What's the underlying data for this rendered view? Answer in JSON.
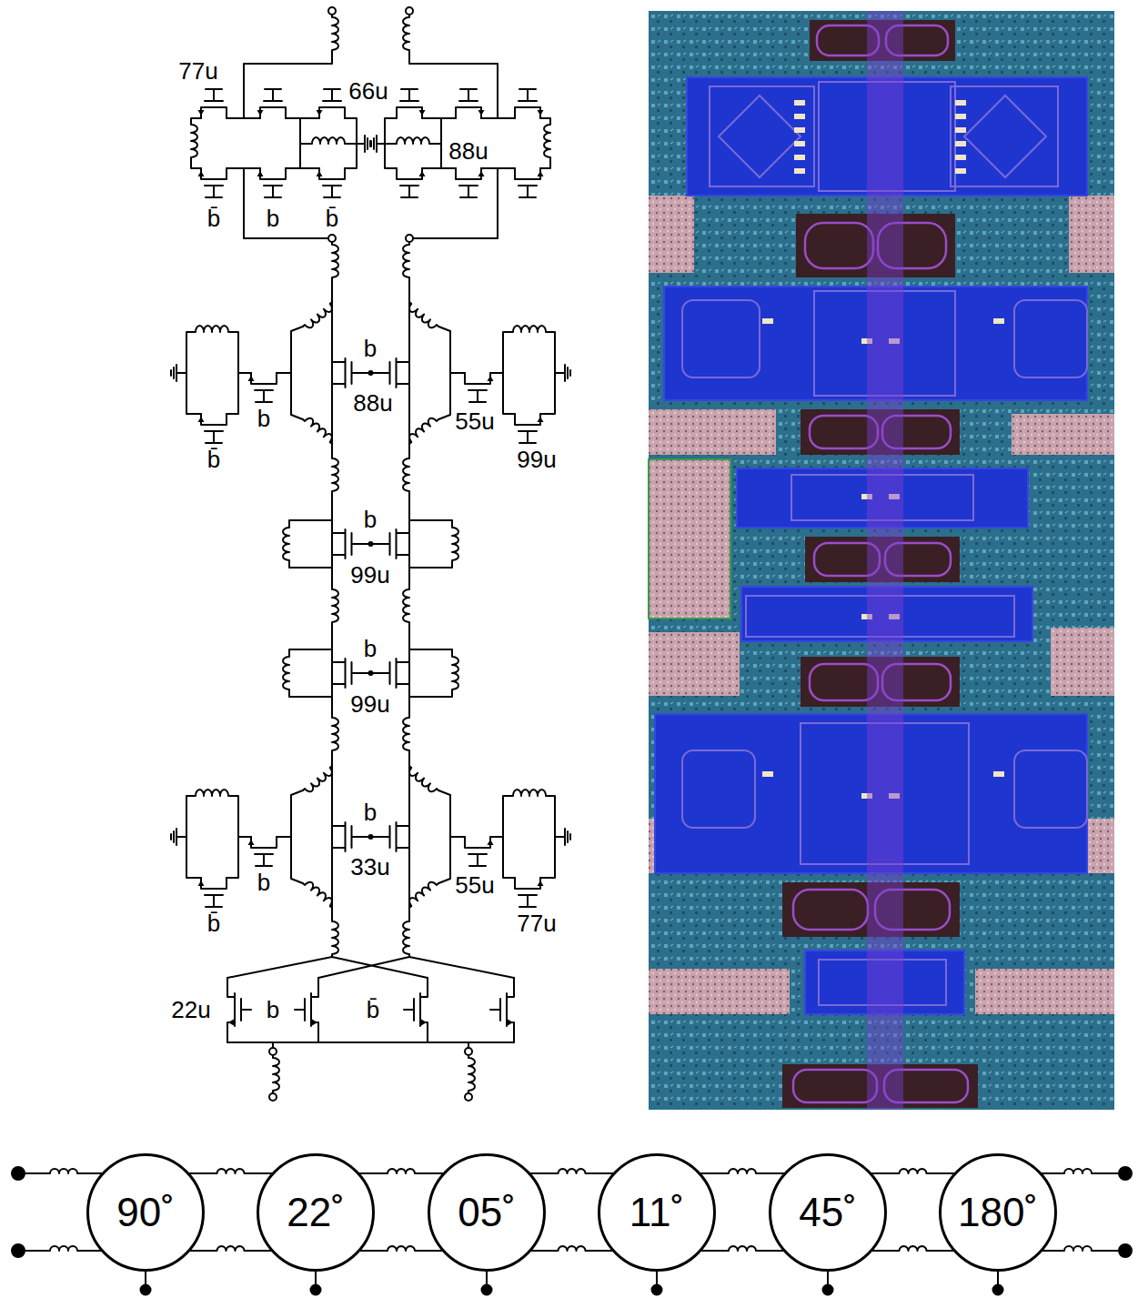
{
  "diagram": {
    "nodes": [
      {
        "text": [
          "90˚"
        ]
      },
      {
        "text": [
          "22˚"
        ]
      },
      {
        "text": [
          "05˚"
        ]
      },
      {
        "text": [
          "11˚"
        ]
      },
      {
        "text": [
          "45˚"
        ]
      },
      {
        "text": [
          "180˚"
        ]
      }
    ],
    "edges": [
      {
        "from": 0,
        "to": 1,
        "arrow": "none"
      },
      {
        "from": 0,
        "to": 1,
        "arrow": "none"
      },
      {
        "from": 1,
        "to": 2,
        "arrow": "none"
      },
      {
        "from": 1,
        "to": 2,
        "arrow": "none"
      },
      {
        "from": 2,
        "to": 3,
        "arrow": "none"
      },
      {
        "from": 2,
        "to": 3,
        "arrow": "none"
      },
      {
        "from": 3,
        "to": 4,
        "arrow": "none"
      },
      {
        "from": 3,
        "to": 4,
        "arrow": "none"
      },
      {
        "from": 4,
        "to": 5,
        "arrow": "none"
      },
      {
        "from": 4,
        "to": 5,
        "arrow": "none"
      }
    ],
    "labels": [
      "77u",
      "66u",
      "88u",
      "b̄",
      "b",
      "b̄",
      "b",
      "88u",
      "b",
      "b̄",
      "55u",
      "99u",
      "b",
      "99u",
      "b",
      "99u",
      "b",
      "33u",
      "b",
      "b̄",
      "55u",
      "77u",
      "22u",
      "b",
      "b̄"
    ]
  }
}
